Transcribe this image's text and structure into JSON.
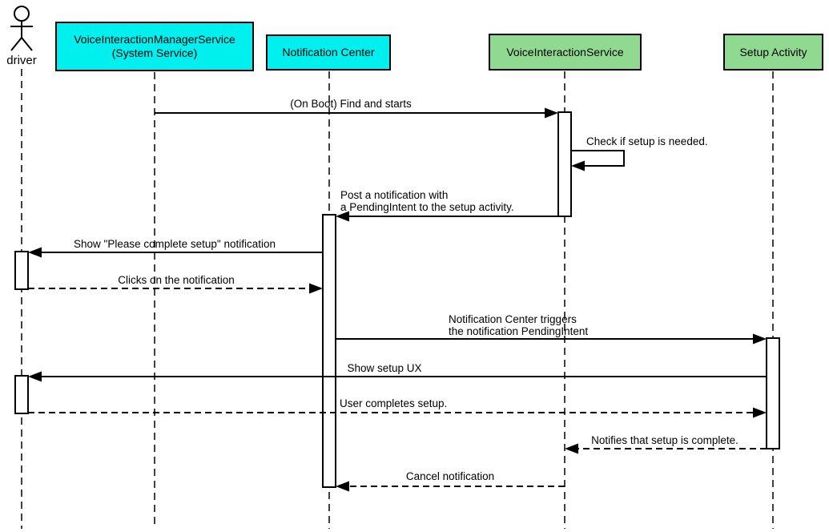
{
  "diagram": {
    "type": "uml-sequence-diagram",
    "background": "#FFFFFF",
    "colors": {
      "participant_cyan": "#00F0F0",
      "participant_green": "#90D990",
      "stroke": "#000000",
      "activation_fill": "#FFFFFF"
    },
    "actor": {
      "label": "driver"
    },
    "participants": [
      {
        "name": "voice-interaction-manager-service",
        "lines": [
          "VoiceInteractionManagerService",
          "(System Service)"
        ],
        "fill": "#00F0F0"
      },
      {
        "name": "notification-center",
        "lines": [
          "Notification Center"
        ],
        "fill": "#00F0F0"
      },
      {
        "name": "voice-interaction-service",
        "lines": [
          "VoiceInteractionService"
        ],
        "fill": "#90D990"
      },
      {
        "name": "setup-activity",
        "lines": [
          "Setup Activity"
        ],
        "fill": "#90D990"
      }
    ],
    "messages": [
      {
        "from": "VoiceInteractionManagerService (System Service)",
        "to": "VoiceInteractionService",
        "arrow": "solid",
        "lines": [
          "(On Boot) Find and starts"
        ]
      },
      {
        "from": "VoiceInteractionService",
        "to": "VoiceInteractionService",
        "arrow": "solid-self",
        "lines": [
          "Check if setup is needed."
        ]
      },
      {
        "from": "VoiceInteractionService",
        "to": "Notification Center",
        "arrow": "solid",
        "lines": [
          "Post a notification with",
          "a PendingIntent to the setup activity."
        ]
      },
      {
        "from": "Notification Center",
        "to": "driver",
        "arrow": "solid",
        "lines": [
          "Show \"Please complete setup\" notification"
        ]
      },
      {
        "from": "driver",
        "to": "Notification Center",
        "arrow": "dashed",
        "lines": [
          "Clicks on the notification"
        ]
      },
      {
        "from": "Notification Center",
        "to": "Setup Activity",
        "arrow": "solid",
        "lines": [
          "Notification Center triggers",
          "the notification PendingIntent"
        ]
      },
      {
        "from": "Setup Activity",
        "to": "driver",
        "arrow": "solid",
        "lines": [
          "Show setup UX"
        ]
      },
      {
        "from": "driver",
        "to": "Setup Activity",
        "arrow": "dashed",
        "lines": [
          "User completes setup."
        ]
      },
      {
        "from": "Setup Activity",
        "to": "VoiceInteractionService",
        "arrow": "dashed",
        "lines": [
          "Notifies that setup is complete."
        ]
      },
      {
        "from": "VoiceInteractionService",
        "to": "Notification Center",
        "arrow": "dashed",
        "lines": [
          "Cancel notification"
        ]
      }
    ]
  }
}
